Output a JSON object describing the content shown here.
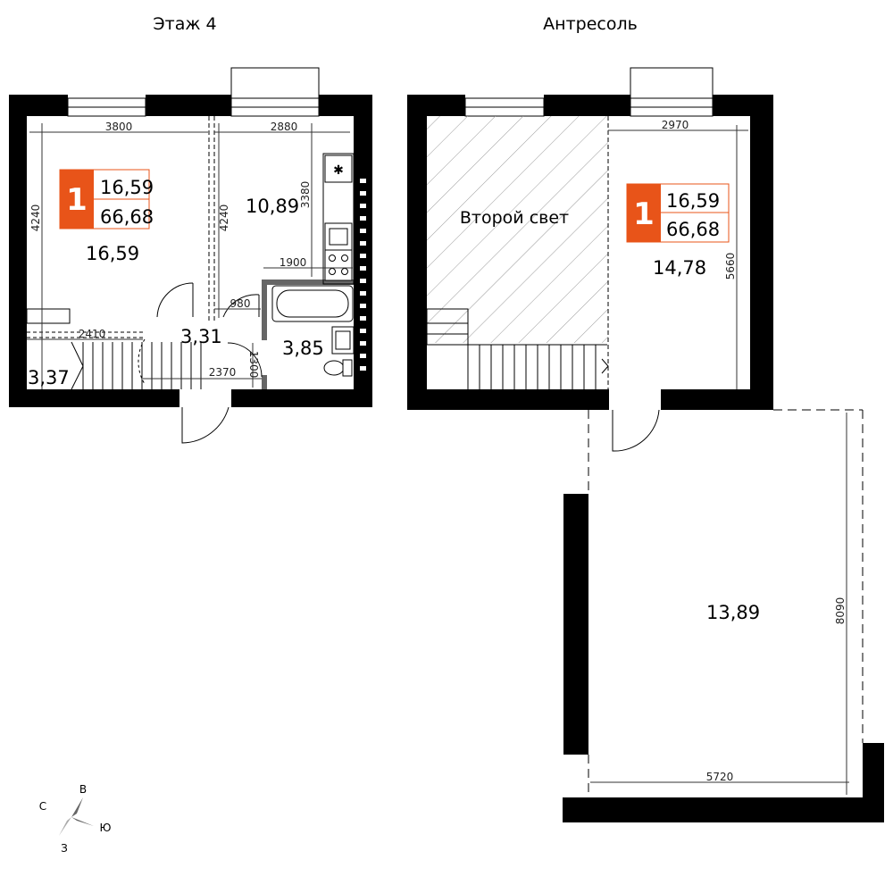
{
  "floor_titles": {
    "floor4": "Этаж 4",
    "mezzanine": "Антресоль"
  },
  "colors": {
    "wall": "#000000",
    "accent": "#e85419",
    "hatch": "#9a9a9a",
    "dim_line": "#333333"
  },
  "floor4": {
    "badge": {
      "rooms": "1",
      "living_area": "16,59",
      "total_area": "66,68"
    },
    "room_areas": {
      "living": "16,59",
      "kitchen": "10,89",
      "hall": "3,31",
      "bath": "3,85",
      "entry": "3,37"
    },
    "dims": {
      "w_living": "3800",
      "w_kitchen": "2880",
      "h_living": "4240",
      "h_mid": "4240",
      "h_kitchen": "3380",
      "w_bath": "1900",
      "w_980": "980",
      "w_entry": "2410",
      "w_hall": "2370",
      "h_1300": "1300"
    }
  },
  "mezzanine": {
    "second_light": "Второй свет",
    "badge": {
      "rooms": "1",
      "living_area": "16,59",
      "total_area": "66,68"
    },
    "room_areas": {
      "room": "14,78",
      "terrace": "13,89"
    },
    "dims": {
      "w_room": "2970",
      "h_room": "5660",
      "w_terrace": "5720",
      "h_terrace": "8090"
    }
  },
  "compass": {
    "n": "С",
    "e": "В",
    "s": "Ю",
    "w": "З"
  }
}
